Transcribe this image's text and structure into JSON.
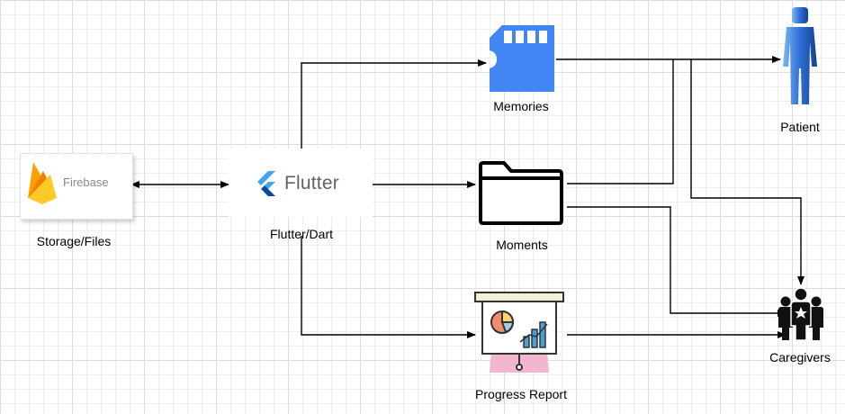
{
  "nodes": {
    "firebase": {
      "logo_text": "Firebase",
      "label": "Storage/Files"
    },
    "flutter": {
      "logo_text": "Flutter",
      "label": "Flutter/Dart"
    },
    "memories": {
      "label": "Memories"
    },
    "moments": {
      "label": "Moments"
    },
    "progress_report": {
      "label": "Progress Report"
    },
    "patient": {
      "label": "Patient"
    },
    "caregivers": {
      "label": "Caregivers"
    }
  },
  "icons": {
    "firebase": "firebase-flame-icon",
    "flutter": "flutter-logo-icon",
    "memories": "sd-card-icon",
    "moments": "folder-icon",
    "progress_report": "presentation-chart-icon",
    "patient": "person-icon",
    "caregivers": "group-people-icon"
  },
  "colors": {
    "memories_card": "#4285f4",
    "patient_figure": "#2f6fd6",
    "caregivers_figure": "#111111",
    "firebase_flame": "#ffa000",
    "flutter_blue": "#42a5f5",
    "report_base": "#f2b6cf"
  },
  "connections": [
    {
      "from": "Firebase",
      "to": "Flutter",
      "bidirectional": true
    },
    {
      "from": "Flutter",
      "to": "Memories"
    },
    {
      "from": "Flutter",
      "to": "Moments"
    },
    {
      "from": "Flutter",
      "to": "Progress Report"
    },
    {
      "from": "Memories",
      "to": "Patient"
    },
    {
      "from": "Memories",
      "to": "Caregivers"
    },
    {
      "from": "Moments",
      "to": "Patient"
    },
    {
      "from": "Moments",
      "to": "Caregivers"
    },
    {
      "from": "Progress Report",
      "to": "Caregivers"
    }
  ]
}
